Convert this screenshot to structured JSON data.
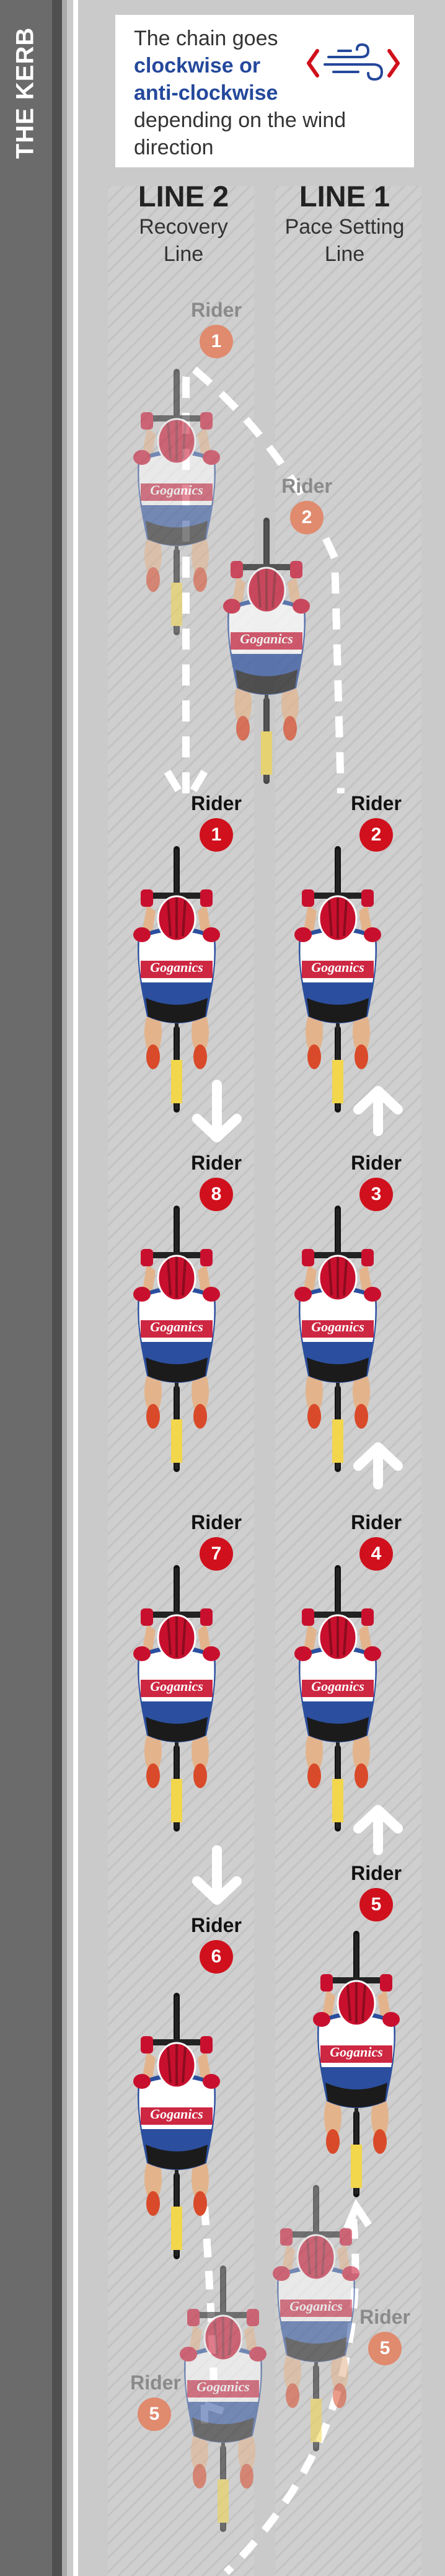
{
  "kerb_label": "THE KERB",
  "info": {
    "line1": "The chain goes",
    "line2": "clockwise or",
    "line3": "anti-clockwise",
    "line4": "depending on the wind",
    "line5": "direction"
  },
  "icons": {
    "wind": "wind-icon",
    "arrow_left": "chevron-left-icon",
    "arrow_right": "chevron-right-icon",
    "rider": "cyclist-icon"
  },
  "lanes": [
    {
      "title": "LINE 2",
      "subtitle_line1": "Recovery",
      "subtitle_line2": "Line"
    },
    {
      "title": "LINE 1",
      "subtitle_line1": "Pace Setting",
      "subtitle_line2": "Line"
    }
  ],
  "rider_word": "Rider",
  "riders": [
    {
      "label": "Rider",
      "number": "1",
      "ghost": true
    },
    {
      "label": "Rider",
      "number": "2",
      "ghost": true
    },
    {
      "label": "Rider",
      "number": "1",
      "ghost": false
    },
    {
      "label": "Rider",
      "number": "2",
      "ghost": false
    },
    {
      "label": "Rider",
      "number": "8",
      "ghost": false
    },
    {
      "label": "Rider",
      "number": "3",
      "ghost": false
    },
    {
      "label": "Rider",
      "number": "7",
      "ghost": false
    },
    {
      "label": "Rider",
      "number": "4",
      "ghost": false
    },
    {
      "label": "Rider",
      "number": "6",
      "ghost": false
    },
    {
      "label": "Rider",
      "number": "5",
      "ghost": false
    },
    {
      "label": "Rider",
      "number": "5",
      "ghost": true
    },
    {
      "label": "Rider",
      "number": "5",
      "ghost": true
    }
  ],
  "colors": {
    "road": "#c9c9c9",
    "kerb": "#6b6b6b",
    "kerb_dark": "#4a4a4a",
    "highlight_text": "#24489b",
    "badge_red": "#d0101c",
    "badge_ghost": "#e08a6e",
    "wind_red": "#d0101c",
    "wind_blue": "#24489b"
  }
}
